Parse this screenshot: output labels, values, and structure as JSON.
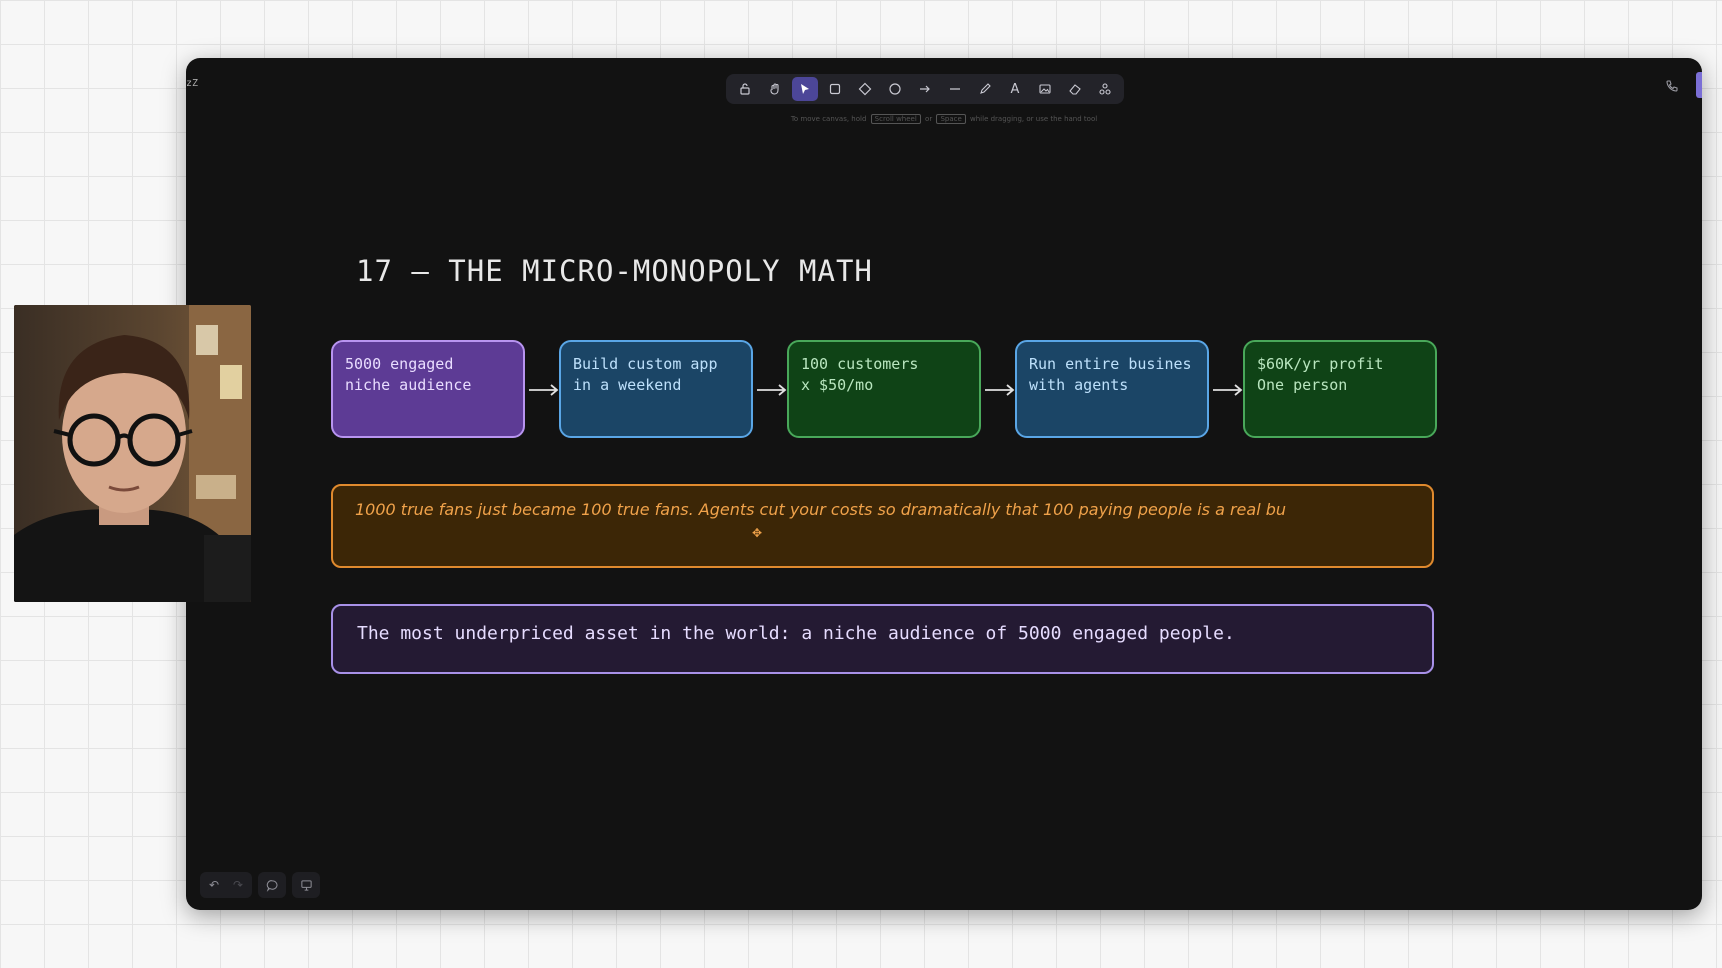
{
  "window": {
    "corner_label": "zZ"
  },
  "toolbar": {
    "tools": [
      {
        "icon": "lock-icon"
      },
      {
        "icon": "hand-icon"
      },
      {
        "icon": "pointer-icon",
        "active": true
      },
      {
        "icon": "rectangle-icon"
      },
      {
        "icon": "diamond-icon"
      },
      {
        "icon": "ellipse-icon"
      },
      {
        "icon": "arrow-icon"
      },
      {
        "icon": "line-icon"
      },
      {
        "icon": "pencil-icon"
      },
      {
        "icon": "text-icon"
      },
      {
        "icon": "image-icon"
      },
      {
        "icon": "eraser-icon"
      },
      {
        "icon": "library-icon"
      }
    ],
    "text_tool_glyph": "A"
  },
  "hint": {
    "before": "To move canvas, hold",
    "key1": "Scroll wheel",
    "middle": "or",
    "key2": "Space",
    "after": "while dragging, or use the hand tool"
  },
  "slide": {
    "title": "17 — THE MICRO-MONOPOLY MATH",
    "flow": [
      {
        "text": "5000 engaged\nniche audience",
        "color": "#5d3b95"
      },
      {
        "text": "Build custom app\nin a weekend",
        "color": "#1b4566"
      },
      {
        "text": "100 customers\nx $50/mo",
        "color": "#0f4316"
      },
      {
        "text": "Run entire busines\nwith agents",
        "color": "#1b4566"
      },
      {
        "text": "$60K/yr profit\nOne person",
        "color": "#0f4316"
      }
    ],
    "note_orange": "1000 true fans just became 100 true fans. Agents cut your costs so dramatically that 100 paying people is a real bu",
    "note_purple": "The most underpriced asset in the world: a niche audience of 5000 engaged people."
  },
  "bottom_bar": {
    "undo_icon": "undo-icon",
    "redo_icon": "redo-icon",
    "comment_icon": "comment-icon",
    "present_icon": "presentation-icon"
  },
  "colors": {
    "accent": "#4c4698",
    "orange": "#e08a2e",
    "purple_border": "#a891e8"
  }
}
